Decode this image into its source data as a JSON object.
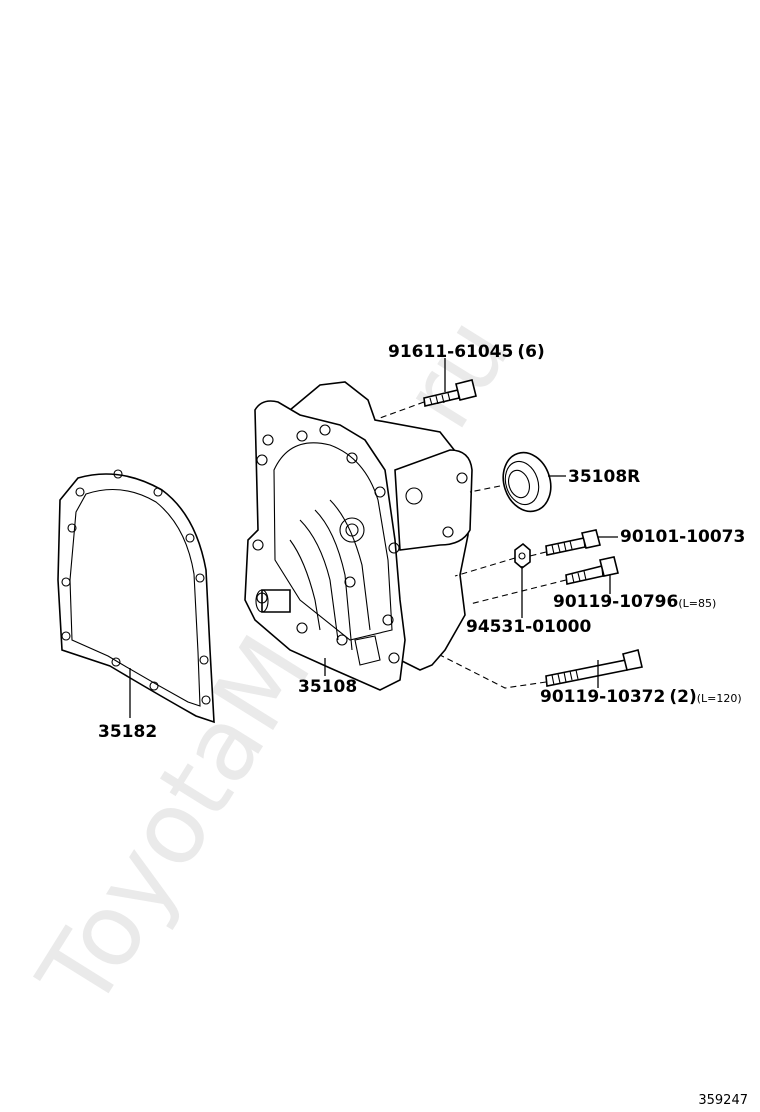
{
  "watermark": "ToyotaMyline.ru",
  "diagram_id": "359247",
  "labels": {
    "p91611": {
      "num": "91611-61045",
      "qty": "(6)"
    },
    "p35108R": {
      "num": "35108R"
    },
    "p90101": {
      "num": "90101-10073"
    },
    "p90119a": {
      "num": "90119-10796",
      "note": "(L=85)"
    },
    "p94531": {
      "num": "94531-01000"
    },
    "p35108": {
      "num": "35108"
    },
    "p90119b": {
      "num": "90119-10372",
      "qty": "(2)",
      "note": "(L=120)"
    },
    "p35182": {
      "num": "35182"
    }
  }
}
